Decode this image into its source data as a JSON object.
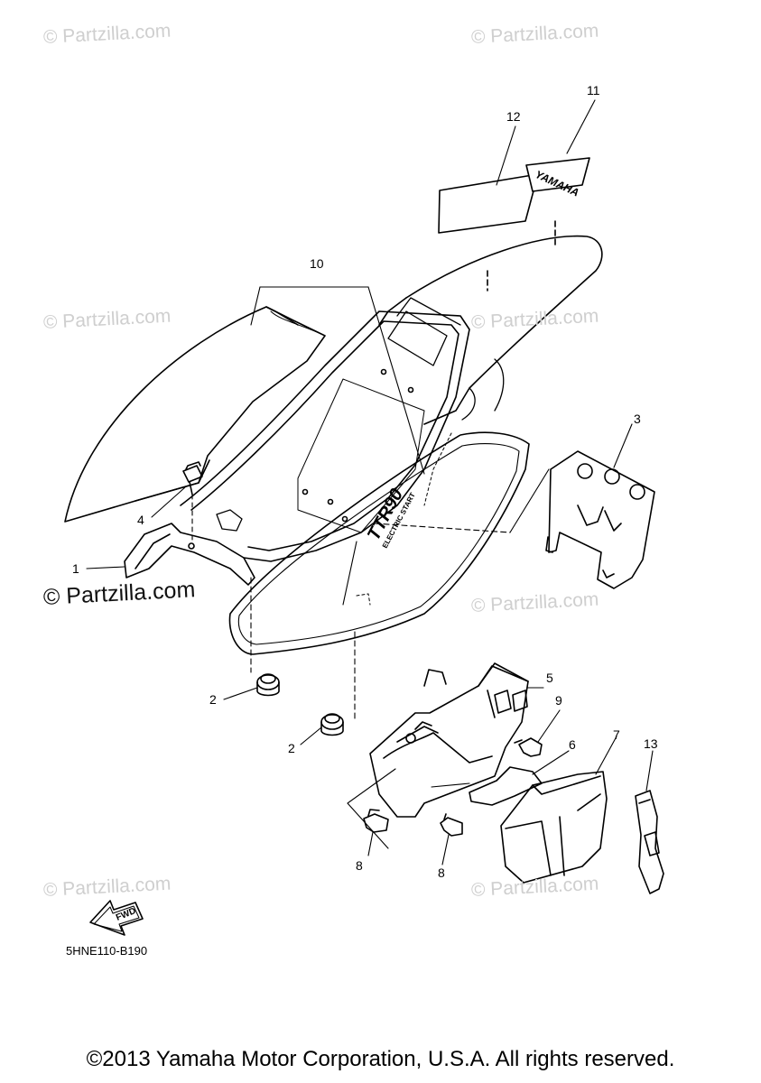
{
  "watermark_text": "© Partzilla.com",
  "watermark_main": "© Partzilla.com",
  "callouts": [
    "1",
    "2",
    "2",
    "3",
    "4",
    "5",
    "6",
    "7",
    "8",
    "8",
    "9",
    "10",
    "11",
    "12",
    "13"
  ],
  "decal_brand": "YAMAHA",
  "cover_model": "TTR90",
  "cover_subtitle": "ELECTRIC START",
  "fwd_label": "FWD",
  "diagram_code": "5HNE110-B190",
  "copyright": "©2013 Yamaha Motor Corporation, U.S.A. All rights reserved."
}
